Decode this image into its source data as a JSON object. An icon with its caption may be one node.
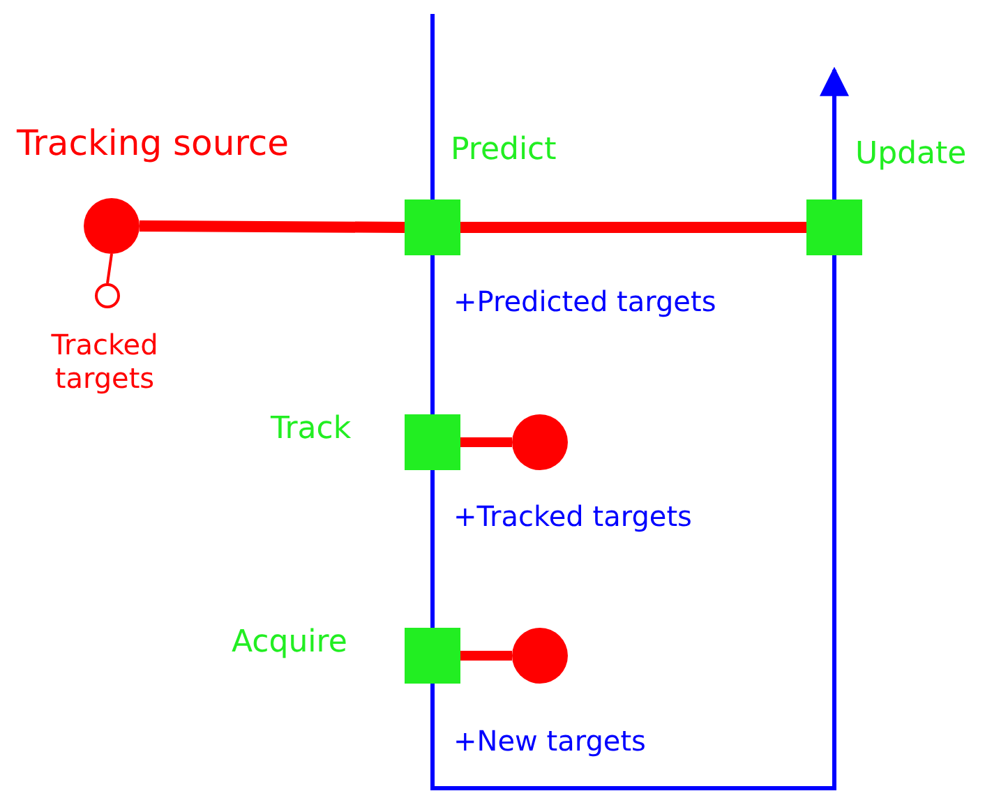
{
  "diagram": {
    "nodes": [
      {
        "text": [
          "Tracking source"
        ]
      },
      {
        "text": [
          "Tracked targets"
        ]
      },
      {
        "text": [
          "Predict"
        ]
      },
      {
        "text": [
          "Update"
        ]
      },
      {
        "text": [
          "Track"
        ]
      },
      {
        "text": [],
        "shape": "circle"
      },
      {
        "text": [
          "Acquire"
        ]
      },
      {
        "text": [],
        "shape": "circle"
      }
    ],
    "edges": [
      {
        "from": 0,
        "to": 2,
        "arrow": "none",
        "style": "thick"
      },
      {
        "from": 2,
        "to": 3,
        "arrow": "none",
        "style": "thick"
      },
      {
        "from": 0,
        "to": 1,
        "arrow": "none"
      },
      {
        "from": 4,
        "to": 5,
        "arrow": "none",
        "style": "thick"
      },
      {
        "from": 6,
        "to": 7,
        "arrow": "none",
        "style": "thick"
      },
      {
        "from": null,
        "to": 2,
        "arrow": "none",
        "color": "#0000ff"
      },
      {
        "from": 2,
        "to": 4,
        "arrow": "none",
        "color": "#0000ff"
      },
      {
        "from": 4,
        "to": 6,
        "arrow": "none",
        "color": "#0000ff"
      },
      {
        "from": 6,
        "to": 3,
        "arrow": "none",
        "color": "#0000ff"
      },
      {
        "from": 3,
        "to": null,
        "arrow": "to",
        "color": "#0000ff"
      }
    ],
    "labels": [
      "+Predicted targets",
      "+Tracked targets",
      "+New targets"
    ]
  }
}
